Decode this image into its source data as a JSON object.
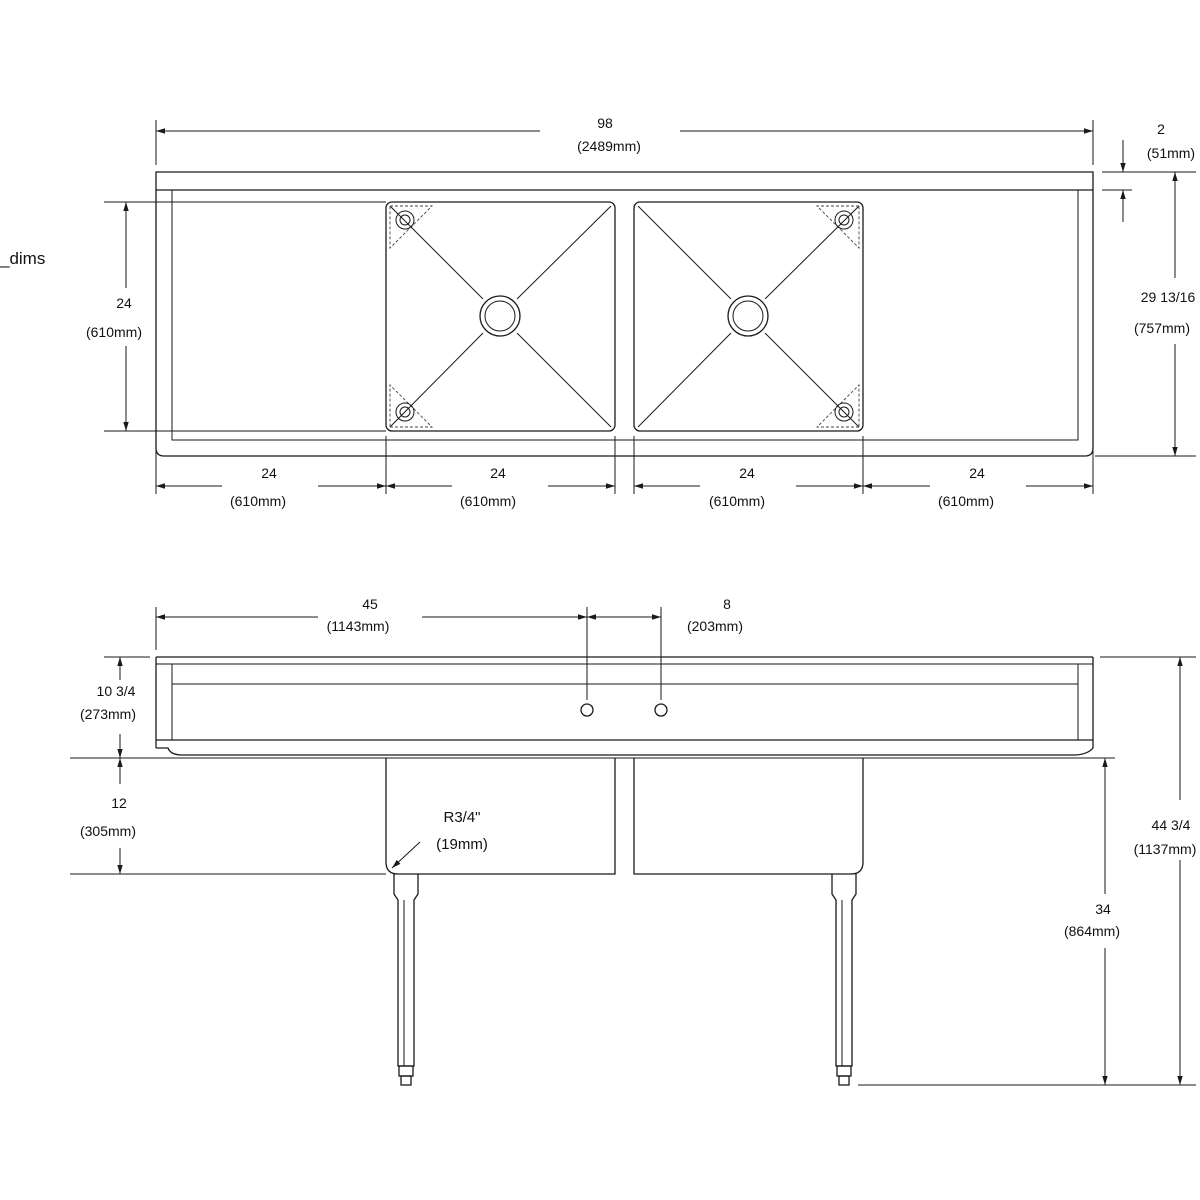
{
  "side_label": "_dims",
  "top_view": {
    "overall_width": {
      "value": "98",
      "metric": "(2489mm)"
    },
    "backsplash": {
      "value": "2",
      "metric": "(51mm)"
    },
    "bowl_depth": {
      "value": "24",
      "metric": "(610mm)"
    },
    "overall_depth": {
      "value": "29 13/16",
      "metric": "(757mm)"
    },
    "segments": [
      {
        "value": "24",
        "metric": "(610mm)"
      },
      {
        "value": "24",
        "metric": "(610mm)"
      },
      {
        "value": "24",
        "metric": "(610mm)"
      },
      {
        "value": "24",
        "metric": "(610mm)"
      }
    ]
  },
  "front_view": {
    "faucet_offset": {
      "value": "45",
      "metric": "(1143mm)"
    },
    "faucet_spacing": {
      "value": "8",
      "metric": "(203mm)"
    },
    "splash_height": {
      "value": "10 3/4",
      "metric": "(273mm)"
    },
    "bowl_height": {
      "value": "12",
      "metric": "(305mm)"
    },
    "corner_radius": {
      "value": "R3/4\"",
      "metric": "(19mm)"
    },
    "work_height": {
      "value": "34",
      "metric": "(864mm)"
    },
    "overall_height": {
      "value": "44 3/4",
      "metric": "(1137mm)"
    }
  }
}
